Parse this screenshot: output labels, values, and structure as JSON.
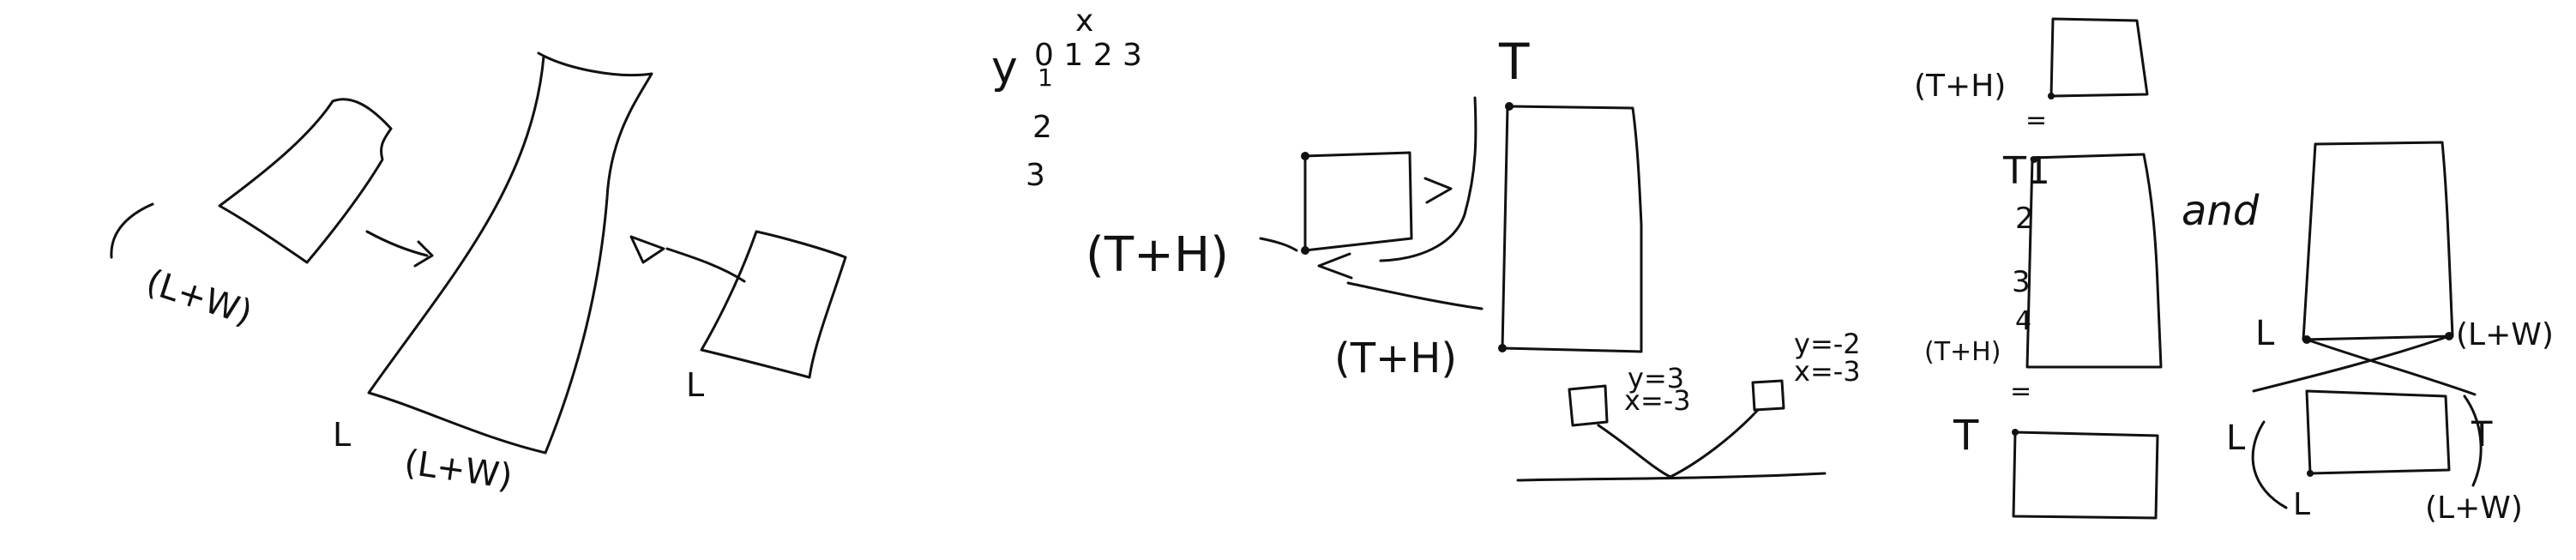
{
  "sketch_left": {
    "left_label": "(L+W)",
    "bottom_left_label": "L",
    "bottom_right_label": "(L+W)",
    "right_label": "L"
  },
  "sketch_middle": {
    "axis_y": "y",
    "axis_x": "x",
    "x_ticks": "0 1 2 3",
    "y_ticks": [
      "1",
      "2",
      "3"
    ],
    "top_label": "T",
    "left_label": "(T+H)",
    "bottom_label": "(T+H)",
    "left_coord_y": "y=3",
    "left_coord_x": "x=-3",
    "right_coord_y": "y=-2",
    "right_coord_x": "x=-3"
  },
  "sketch_right": {
    "top_label": "(T+H)",
    "equals_1": "=",
    "t1_label": "T1",
    "num_2": "2",
    "num_3": "3",
    "num_4": "4",
    "mid_label": "(T+H)",
    "equals_2": "=",
    "bottom_label": "T",
    "and_label": "and",
    "l_label": "L",
    "lw_label": "(L+W)",
    "bottom_l_left": "L",
    "bottom_t": "T",
    "bottom_l": "L",
    "bottom_lw": "(L+W)"
  }
}
